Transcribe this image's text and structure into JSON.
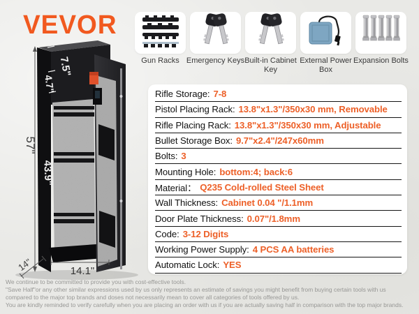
{
  "brand": {
    "name": "VEVOR",
    "logo_color": "#F1591F"
  },
  "accessories": [
    {
      "label": "Gun Racks",
      "icon": "gun-racks-icon"
    },
    {
      "label": "Emergency Keys",
      "icon": "keys-icon"
    },
    {
      "label": "Built-in Cabinet Key",
      "icon": "keys-icon"
    },
    {
      "label": "External Power Box",
      "icon": "power-box-icon"
    },
    {
      "label": "Expansion Bolts",
      "icon": "bolts-icon"
    }
  ],
  "safe": {
    "dimensions": {
      "top_depth": "7.5\"",
      "upper_front_height": "4.7\"",
      "total_height": "57\"",
      "door_height": "43.9\"",
      "depth": "14\"",
      "width": "14.1\""
    }
  },
  "specs": {
    "rows": [
      {
        "label": "Rifle Storage:",
        "value": "7-8"
      },
      {
        "label": "Pistol Placing Rack:",
        "value": "13.8\"x1.3\"/350x30 mm, Removable"
      },
      {
        "label": "Rifle Placing Rack:",
        "value": "13.8\"x1.3\"/350x30 mm, Adjustable"
      },
      {
        "label": "Bullet Storage Box:",
        "value": "9.7\"x2.4\"/247x60mm"
      },
      {
        "label": "Bolts:",
        "value": "3"
      },
      {
        "label": "Mounting Hole:",
        "value": "bottom:4; back:6"
      },
      {
        "label": "Material：",
        "value": "Q235 Cold-rolled Steel Sheet"
      },
      {
        "label": "Wall Thickness:",
        "value": "Cabinet 0.04 \"/1.1mm"
      },
      {
        "label": "Door Plate Thickness:",
        "value": "0.07\"/1.8mm"
      },
      {
        "label": "Code:",
        "value": "3-12 Digits"
      },
      {
        "label": "Working Power Supply:",
        "value": "4 PCS AA batteries"
      },
      {
        "label": "Automatic Lock:",
        "value": "YES"
      }
    ]
  },
  "footer": {
    "lines": [
      "We continue to be committed to provide you with cost-effective tools.",
      "\"Save Half\"or any other similar expressions used by us only represents an estimate of savings you might benefit from buying certain tools with us",
      "compared to the major top brands and doses not necessarily mean to cover all categories of tools offered by us.",
      "You are kindly reminded to verify carefully when you are placing an order with us if you are actually saving half in comparison with the top major brands."
    ]
  },
  "colors": {
    "accent": "#ED6028",
    "background": "#E9E9E6",
    "card": "#FFFFFF",
    "power_box_blue": "#7EA6C2"
  }
}
